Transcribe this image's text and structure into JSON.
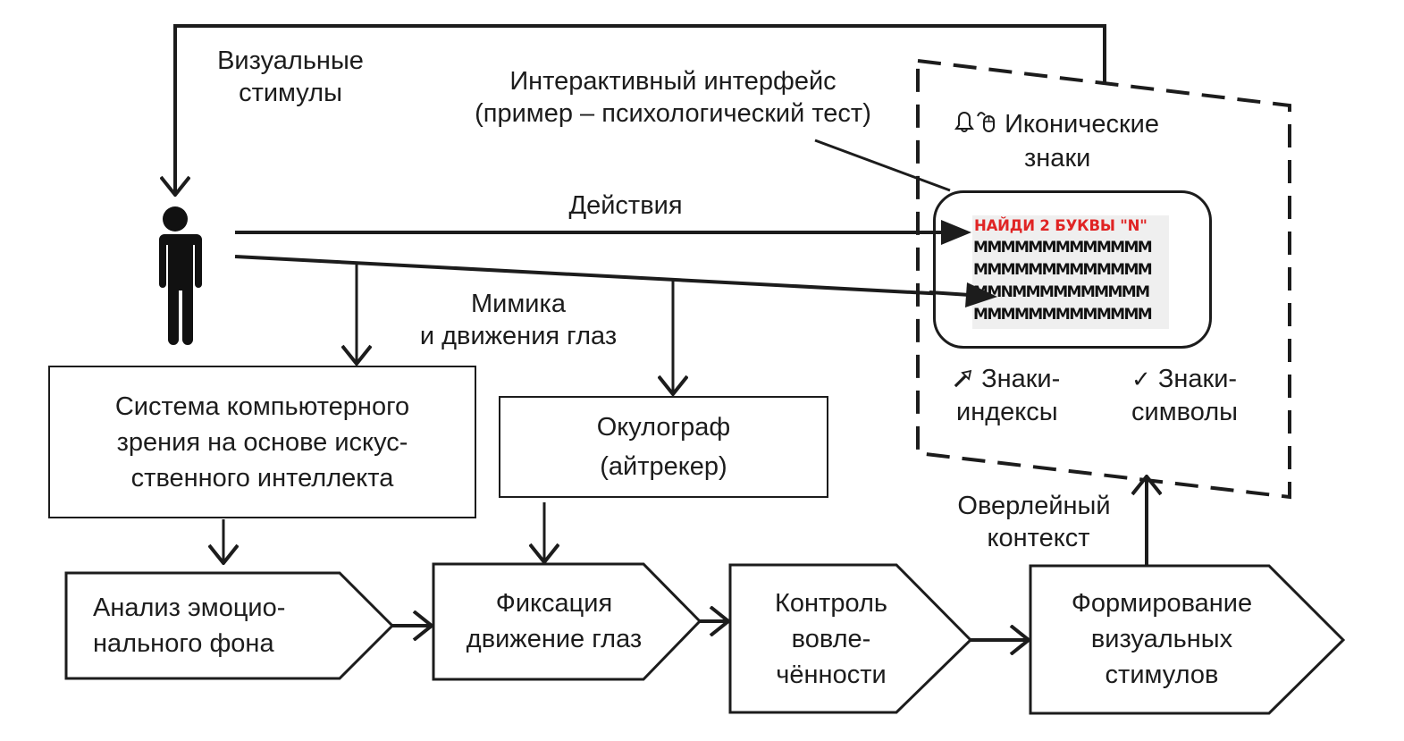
{
  "colors": {
    "stroke": "#1c1c1c",
    "accent_red": "#e02424",
    "panel_bg": "#efefef"
  },
  "labels": {
    "visual_stimuli": [
      "Визуальные",
      "стимулы"
    ],
    "interface": [
      "Интерактивный интерфейс",
      "(пример – психологический тест)"
    ],
    "actions": "Действия",
    "mimicry": [
      "Мимика",
      "и движения глаз"
    ],
    "overlay_context": [
      "Оверлейный",
      "контекст"
    ]
  },
  "actor": {
    "name": "user-figure",
    "icon": "person-icon"
  },
  "sign_area": {
    "iconic": {
      "icons": [
        "bell-icon",
        "mouse-icon"
      ],
      "text": [
        "Иконические",
        "знаки"
      ]
    },
    "index": {
      "icon": "arrow-up-right-icon",
      "text": [
        "Знаки-",
        "индексы"
      ]
    },
    "symbol": {
      "icon": "check-icon",
      "glyph": "✓",
      "text": [
        "Знаки-",
        "символы"
      ]
    }
  },
  "test_panel": {
    "title": "НАЙДИ 2 БУКВЫ \"N\"",
    "rows": [
      "MMMMMMMMMMMMM",
      "MMMMMMMMMMMMM",
      "MMNMMMMMMMMMM",
      "MMMMMMMMMMMMM"
    ]
  },
  "boxes": {
    "cv_system": [
      "Система компьютерного",
      "зрения на основе искус-",
      "ственного интеллекта"
    ],
    "eye_tracker": [
      "Окулограф",
      "(айтрекер)"
    ]
  },
  "process": [
    {
      "id": "emotion",
      "lines": [
        "Анализ эмоцио-",
        "нального фона"
      ]
    },
    {
      "id": "fixation",
      "lines": [
        "Фиксация",
        "движение глаз"
      ]
    },
    {
      "id": "engagement",
      "lines": [
        "Контроль",
        "вовле-",
        "чённости"
      ]
    },
    {
      "id": "stimuli",
      "lines": [
        "Формирование",
        "визуальных",
        "стимулов"
      ]
    }
  ]
}
